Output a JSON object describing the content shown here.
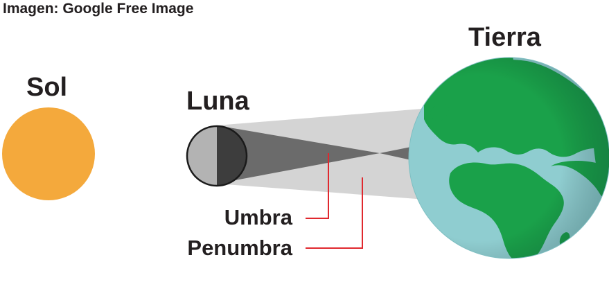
{
  "image_credit": "Imagen: Google Free Image",
  "labels": {
    "sun": "Sol",
    "moon": "Luna",
    "earth": "Tierra",
    "umbra": "Umbra",
    "penumbra": "Penumbra"
  },
  "colors": {
    "sun": "#f4a93c",
    "moon_light": "#b3b3b3",
    "moon_dark": "#3d3d3d",
    "umbra": "#6b6b6b",
    "penumbra": "#d4d4d4",
    "ocean": "#8fcdd0",
    "land": "#1aa14a",
    "leader_line": "#e0282e",
    "text": "#231f20"
  }
}
